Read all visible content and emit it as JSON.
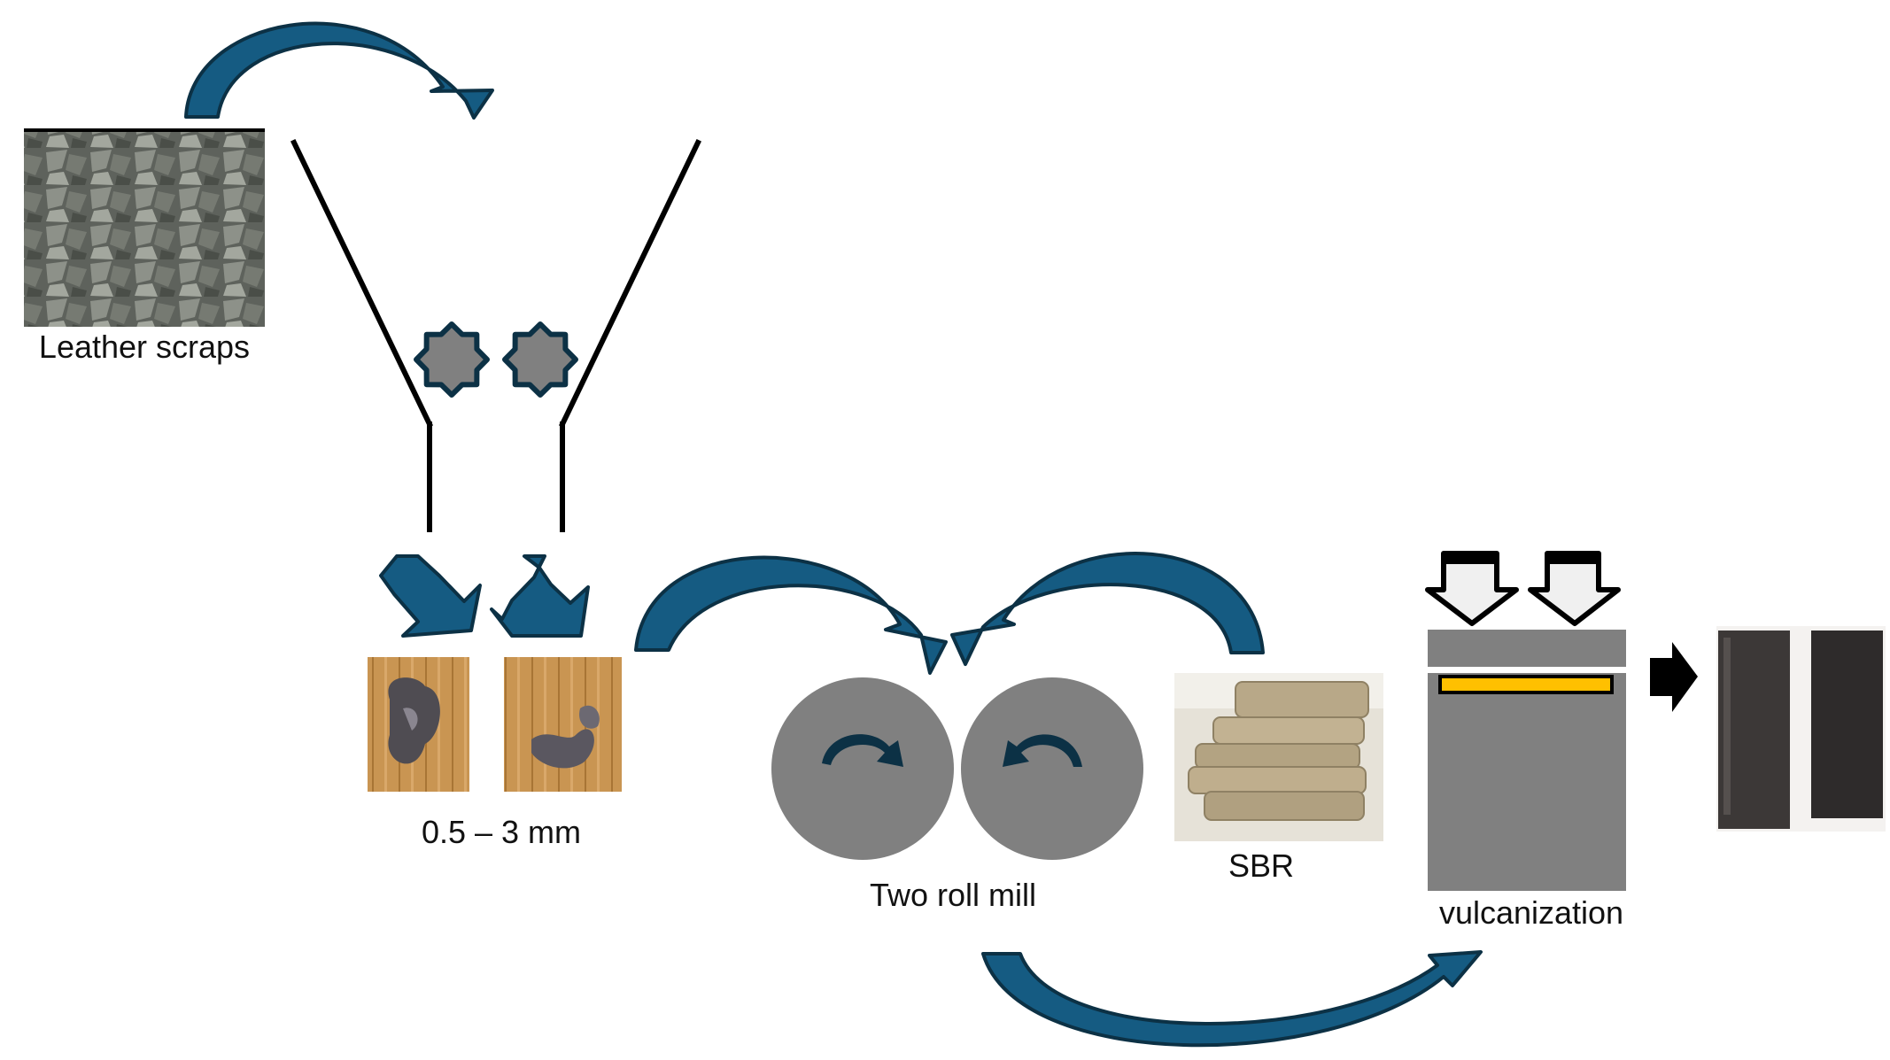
{
  "labels": {
    "leather_scraps": "Leather scraps",
    "particle_size": "0.5 – 3 mm",
    "two_roll_mill": "Two roll mill",
    "sbr": "SBR",
    "vulcanization": "vulcanization"
  },
  "colors": {
    "arrow_fill": "#155b82",
    "arrow_stroke": "#0c3145",
    "machine_gray": "#808080",
    "mold_yellow": "#ffc000",
    "line_black": "#000000"
  },
  "icons": [
    "curved-arrow-icon",
    "gear-icon",
    "rotation-arrow-icon",
    "press-arrow-icon",
    "block-arrow-right-icon"
  ]
}
